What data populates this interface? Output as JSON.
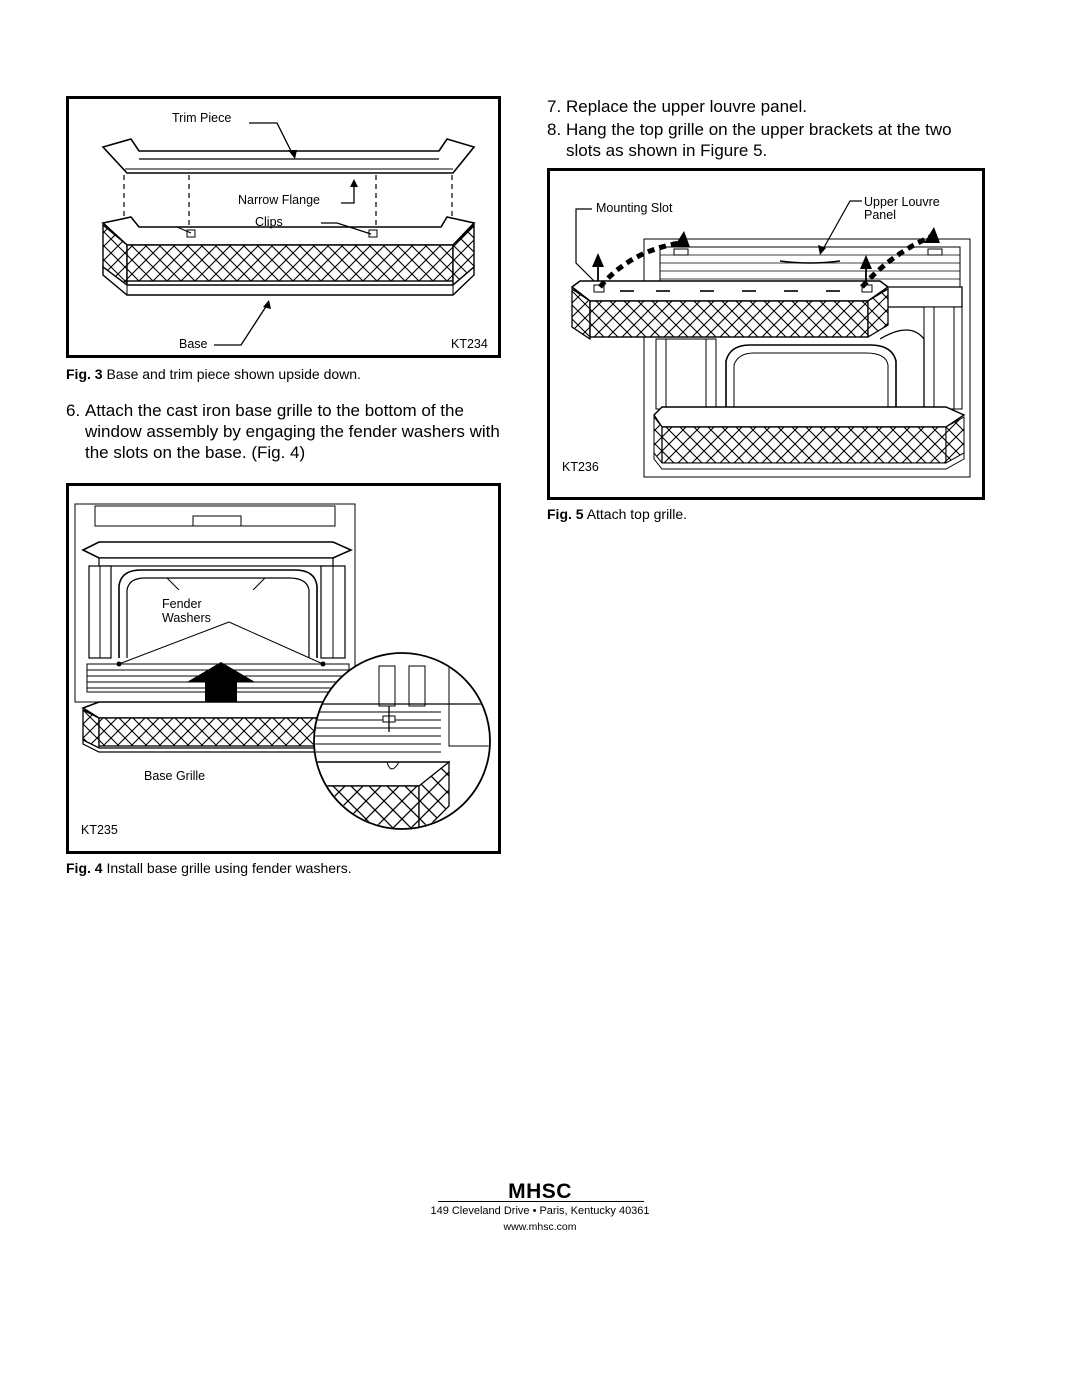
{
  "fig3": {
    "labels": {
      "trim_piece": "Trim Piece",
      "narrow_flange": "Narrow Flange",
      "clips": "Clips",
      "base": "Base",
      "code": "KT234"
    },
    "caption_label": "Fig. 3",
    "caption_text": "Base and trim piece shown upside down."
  },
  "step6": {
    "num": "6.",
    "text": "Attach the cast iron base grille to the bottom of the window assembly by engaging the fender washers with the slots on the base. (Fig. 4)"
  },
  "fig4": {
    "labels": {
      "fender": "Fender",
      "washers": "Washers",
      "base_grille": "Base Grille",
      "code": "KT235"
    },
    "caption_label": "Fig. 4",
    "caption_text": "Install base grille using fender washers."
  },
  "step7": {
    "num": "7.",
    "text": "Replace the upper louvre panel."
  },
  "step8": {
    "num": "8.",
    "text": "Hang the top grille on the upper brackets at the two slots as shown in Figure 5."
  },
  "fig5": {
    "labels": {
      "mounting_slot": "Mounting Slot",
      "upper_louvre": "Upper Louvre",
      "panel": "Panel",
      "code": "KT236"
    },
    "caption_label": "Fig. 5",
    "caption_text": "Attach top grille."
  },
  "footer": {
    "brand": "MHSC",
    "address": "149 Cleveland Drive • Paris, Kentucky 40361",
    "url": "www.mhsc.com"
  }
}
